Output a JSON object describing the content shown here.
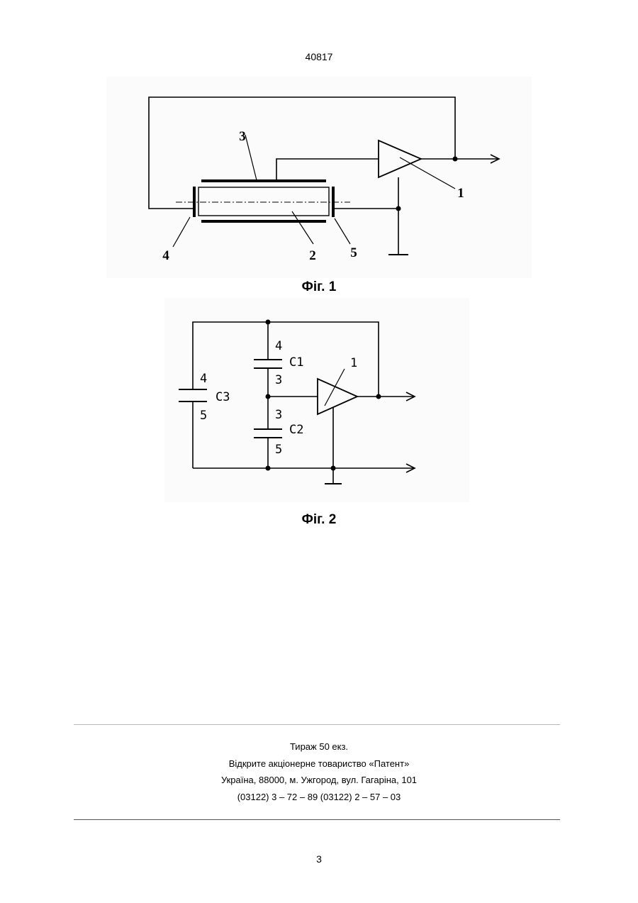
{
  "header": {
    "doc_number": "40817"
  },
  "figures": [
    {
      "caption": "Фіг. 1",
      "labels": {
        "amplifier": "1",
        "rod": "2",
        "electrode_top": "3",
        "electrode_left": "4",
        "electrode_right": "5"
      }
    },
    {
      "caption": "Фіг. 2",
      "labels": {
        "amplifier": "1",
        "c1": "C1",
        "c1_top": "4",
        "c1_bottom": "3",
        "c2": "C2",
        "c2_top": "3",
        "c2_bottom": "5",
        "c3": "C3",
        "c3_top": "4",
        "c3_bottom": "5"
      }
    }
  ],
  "footer": {
    "line1": "Тираж 50 екз.",
    "line2": "Відкрите акціонерне товариство «Патент»",
    "line3": "Україна, 88000, м. Ужгород, вул. Гагаріна, 101",
    "line4": "(03122) 3 – 72 – 89   (03122) 2 – 57 – 03"
  },
  "page_number": "3"
}
